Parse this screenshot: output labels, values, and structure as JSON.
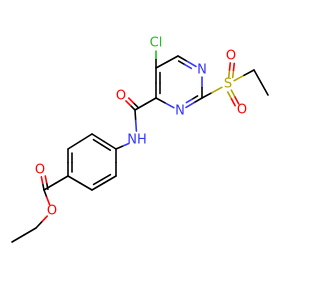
{
  "colors": {
    "background": "#ffffff",
    "carbon_bond": "#000000",
    "nitrogen": "#3333ff",
    "oxygen": "#ff0000",
    "chlorine": "#1fbf1f",
    "sulfur": "#b3a300"
  },
  "labels": {
    "cl": "Cl",
    "n_ring_top": "N",
    "n_ring_bottom": "N",
    "s": "S",
    "o_sulfonyl_top": "O",
    "o_sulfonyl_bottom": "O",
    "o_amide": "O",
    "nh": "NH",
    "o_ester_carbonyl": "O",
    "o_ester": "O"
  }
}
